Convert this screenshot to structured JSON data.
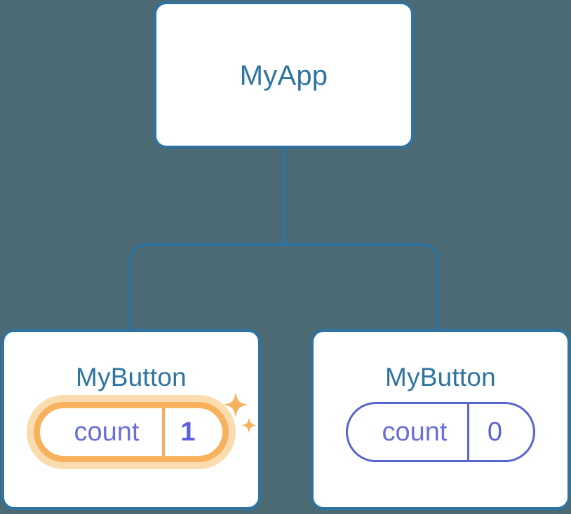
{
  "diagram": {
    "type": "component-tree",
    "background_color": "#4c6a74",
    "node_border_color": "#2f73a2",
    "node_title_color": "#2e74a0",
    "connector_color": "#2f73a2",
    "highlight_color": "#f8b25e",
    "highlight_glow_color": "#fbdcae",
    "state_color": "#5b63ce",
    "state_value_active_color": "#5b5fe0"
  },
  "root": {
    "title": "MyApp"
  },
  "children": [
    {
      "title": "MyButton",
      "state": {
        "key": "count",
        "value": "1"
      },
      "highlighted": true,
      "sparkle_icon": "sparkle-icon"
    },
    {
      "title": "MyButton",
      "state": {
        "key": "count",
        "value": "0"
      },
      "highlighted": false
    }
  ]
}
